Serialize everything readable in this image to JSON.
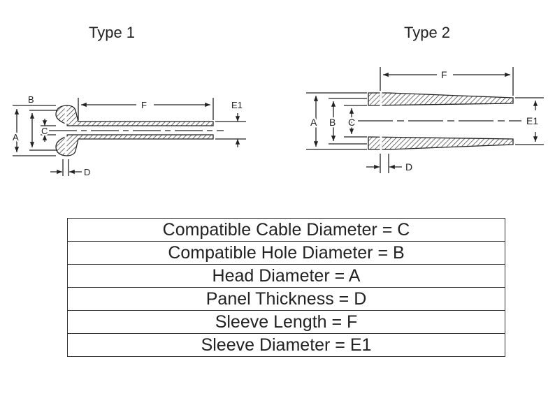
{
  "diagrams": {
    "type1": {
      "title": "Type 1",
      "labels": {
        "a": "A",
        "b": "B",
        "c": "C",
        "d": "D",
        "e1": "E1",
        "f": "F"
      }
    },
    "type2": {
      "title": "Type 2",
      "labels": {
        "a": "A",
        "b": "B",
        "c": "C",
        "d": "D",
        "e1": "E1",
        "f": "F"
      }
    }
  },
  "legend": {
    "rows": [
      "Compatible Cable Diameter = C",
      "Compatible Hole Diameter = B",
      "Head Diameter = A",
      "Panel Thickness = D",
      "Sleeve Length = F",
      "Sleeve Diameter = E1"
    ]
  }
}
